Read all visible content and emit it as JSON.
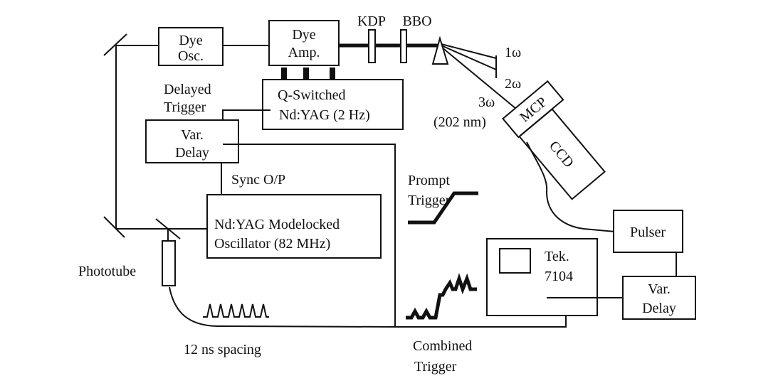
{
  "components": {
    "dye_osc": [
      "Dye",
      "Osc."
    ],
    "dye_amp": [
      "Dye",
      "Amp."
    ],
    "kdp": "KDP",
    "bbo": "BBO",
    "q_switched": [
      "Q-Switched",
      "Nd:YAG (2 Hz)"
    ],
    "var_delay_1": [
      "Var.",
      "Delay"
    ],
    "modelocked": [
      "Nd:YAG Modelocked",
      "Oscillator (82 MHz)"
    ],
    "mcp": "MCP",
    "ccd": "CCD",
    "pulser": "Pulser",
    "scope": [
      "Tek.",
      "7104"
    ],
    "var_delay_2": [
      "Var.",
      "Delay"
    ],
    "phototube": "Phototube"
  },
  "labels": {
    "delayed_trigger": [
      "Delayed",
      "Trigger"
    ],
    "sync_op": "Sync O/P",
    "prompt_trigger": [
      "Prompt",
      "Trigger"
    ],
    "spacing": "12 ns spacing",
    "combined_trigger": [
      "Combined",
      "Trigger"
    ],
    "w1": "1ω",
    "w2": "2ω",
    "w3": "3ω",
    "wavelength": "(202 nm)"
  }
}
